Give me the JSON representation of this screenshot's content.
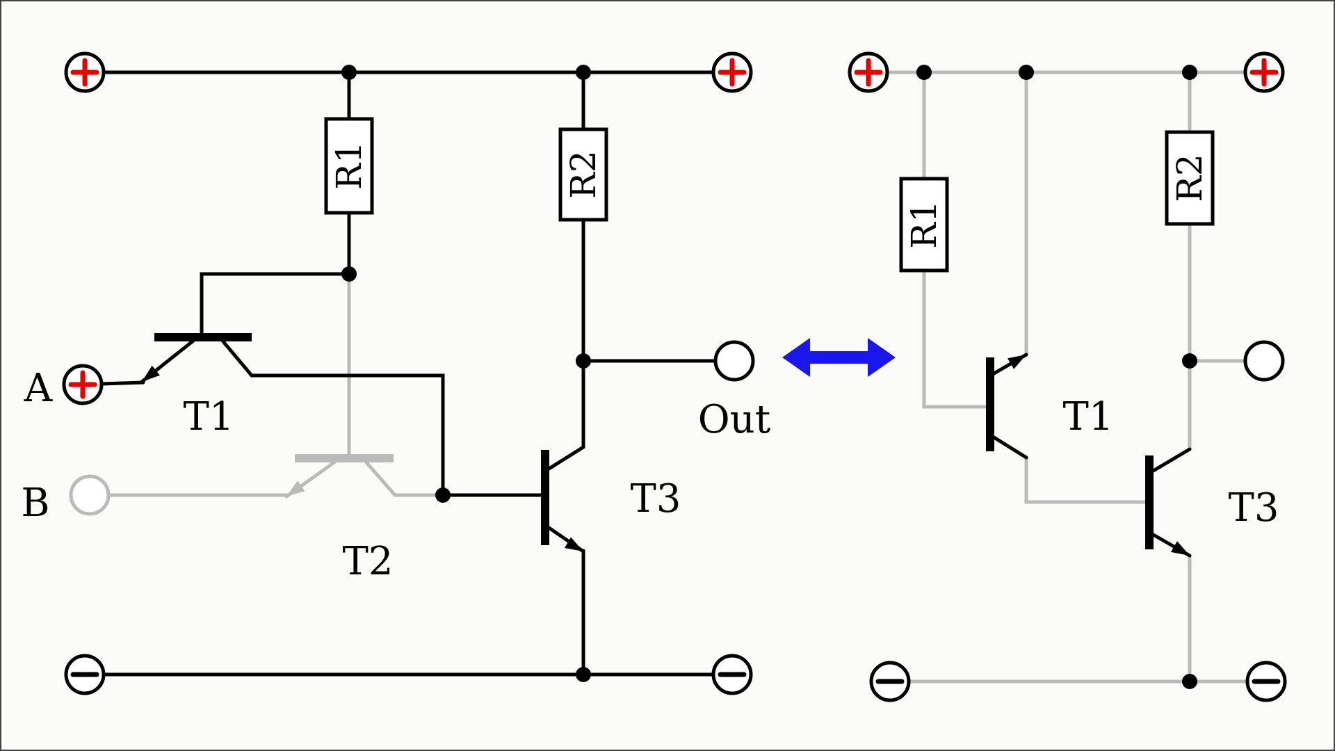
{
  "colors": {
    "active": "#000000",
    "inactive": "#bababa",
    "plus": "#e60000",
    "arrow": "#1a16ee",
    "paper": "#fbfbf9",
    "border": "#444444"
  },
  "left_circuit": {
    "r1": "R1",
    "r2": "R2",
    "t1": "T1",
    "t2": "T2",
    "t3": "T3",
    "input_a": "A",
    "input_b": "B",
    "out": "Out"
  },
  "right_circuit": {
    "r1": "R1",
    "r2": "R2",
    "t1": "T1",
    "t3": "T3"
  },
  "terminal_glyphs": {
    "positive": "+",
    "negative": "−",
    "output": "circle"
  }
}
